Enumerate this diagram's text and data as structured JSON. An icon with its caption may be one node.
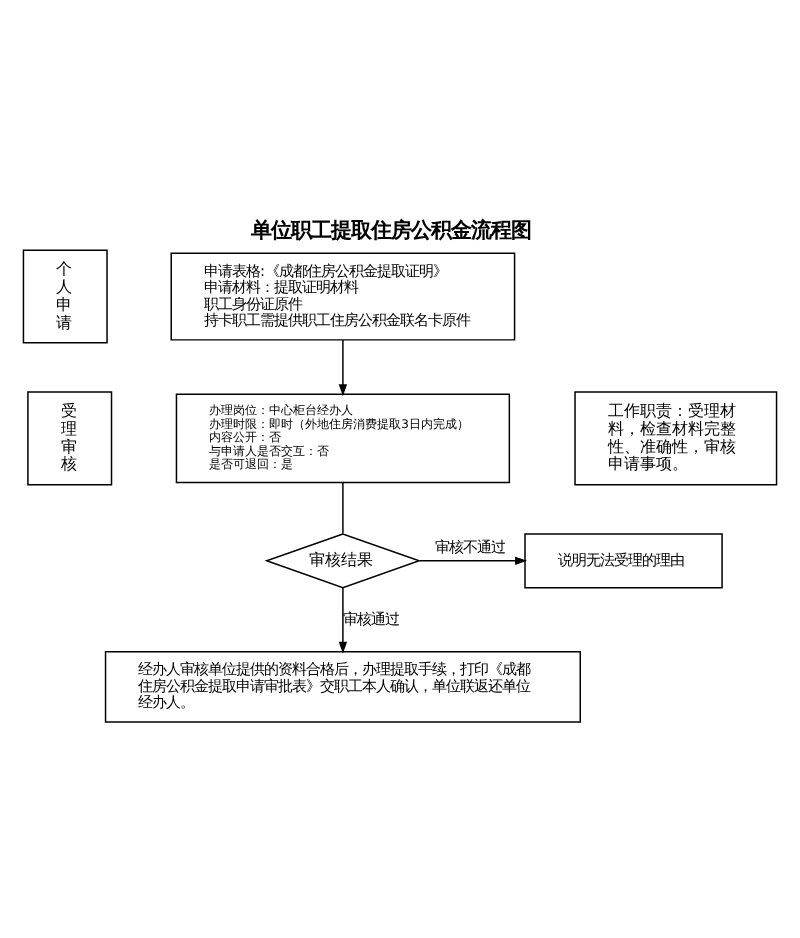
{
  "diagram": {
    "title": "单位职工提取住房公积金流程图",
    "nodes": [
      {
        "text": [
          "个人申请"
        ]
      },
      {
        "text": [
          "申请表格:《成都住房公积金提取证明》",
          "申请材料：提取证明材料",
          "职工身份证原件",
          "持卡职工需提供职工住房公积金联名卡原件"
        ]
      },
      {
        "text": [
          "受理审核"
        ]
      },
      {
        "text": [
          "办理岗位：中心柜台经办人",
          "办理时限：即时（外地住房消费提取3日内完成）",
          "内容公开：否",
          "与申请人是否交互：否",
          "是否可退回：是"
        ]
      },
      {
        "text": [
          "工作职责：受理材料，检查材料完整性、准确性，审核申请事项。"
        ]
      },
      {
        "text": [
          "审核结果"
        ]
      },
      {
        "text": [
          "说明无法受理的理由"
        ]
      },
      {
        "text": [
          "经办人审核单位提供的资料合格后，办理提取手续，打印《成都住房公积金提取申请审批表》交职工本人确认，单位联返还单位经办人。"
        ]
      }
    ],
    "edges": [
      {
        "from": 1,
        "to": 3,
        "arrow": "to"
      },
      {
        "from": 3,
        "to": 5,
        "arrow": "none"
      },
      {
        "from": 5,
        "to": 6,
        "arrow": "to",
        "label": "审核不通过"
      },
      {
        "from": 5,
        "to": 7,
        "arrow": "to",
        "label": "审核通过"
      }
    ]
  }
}
